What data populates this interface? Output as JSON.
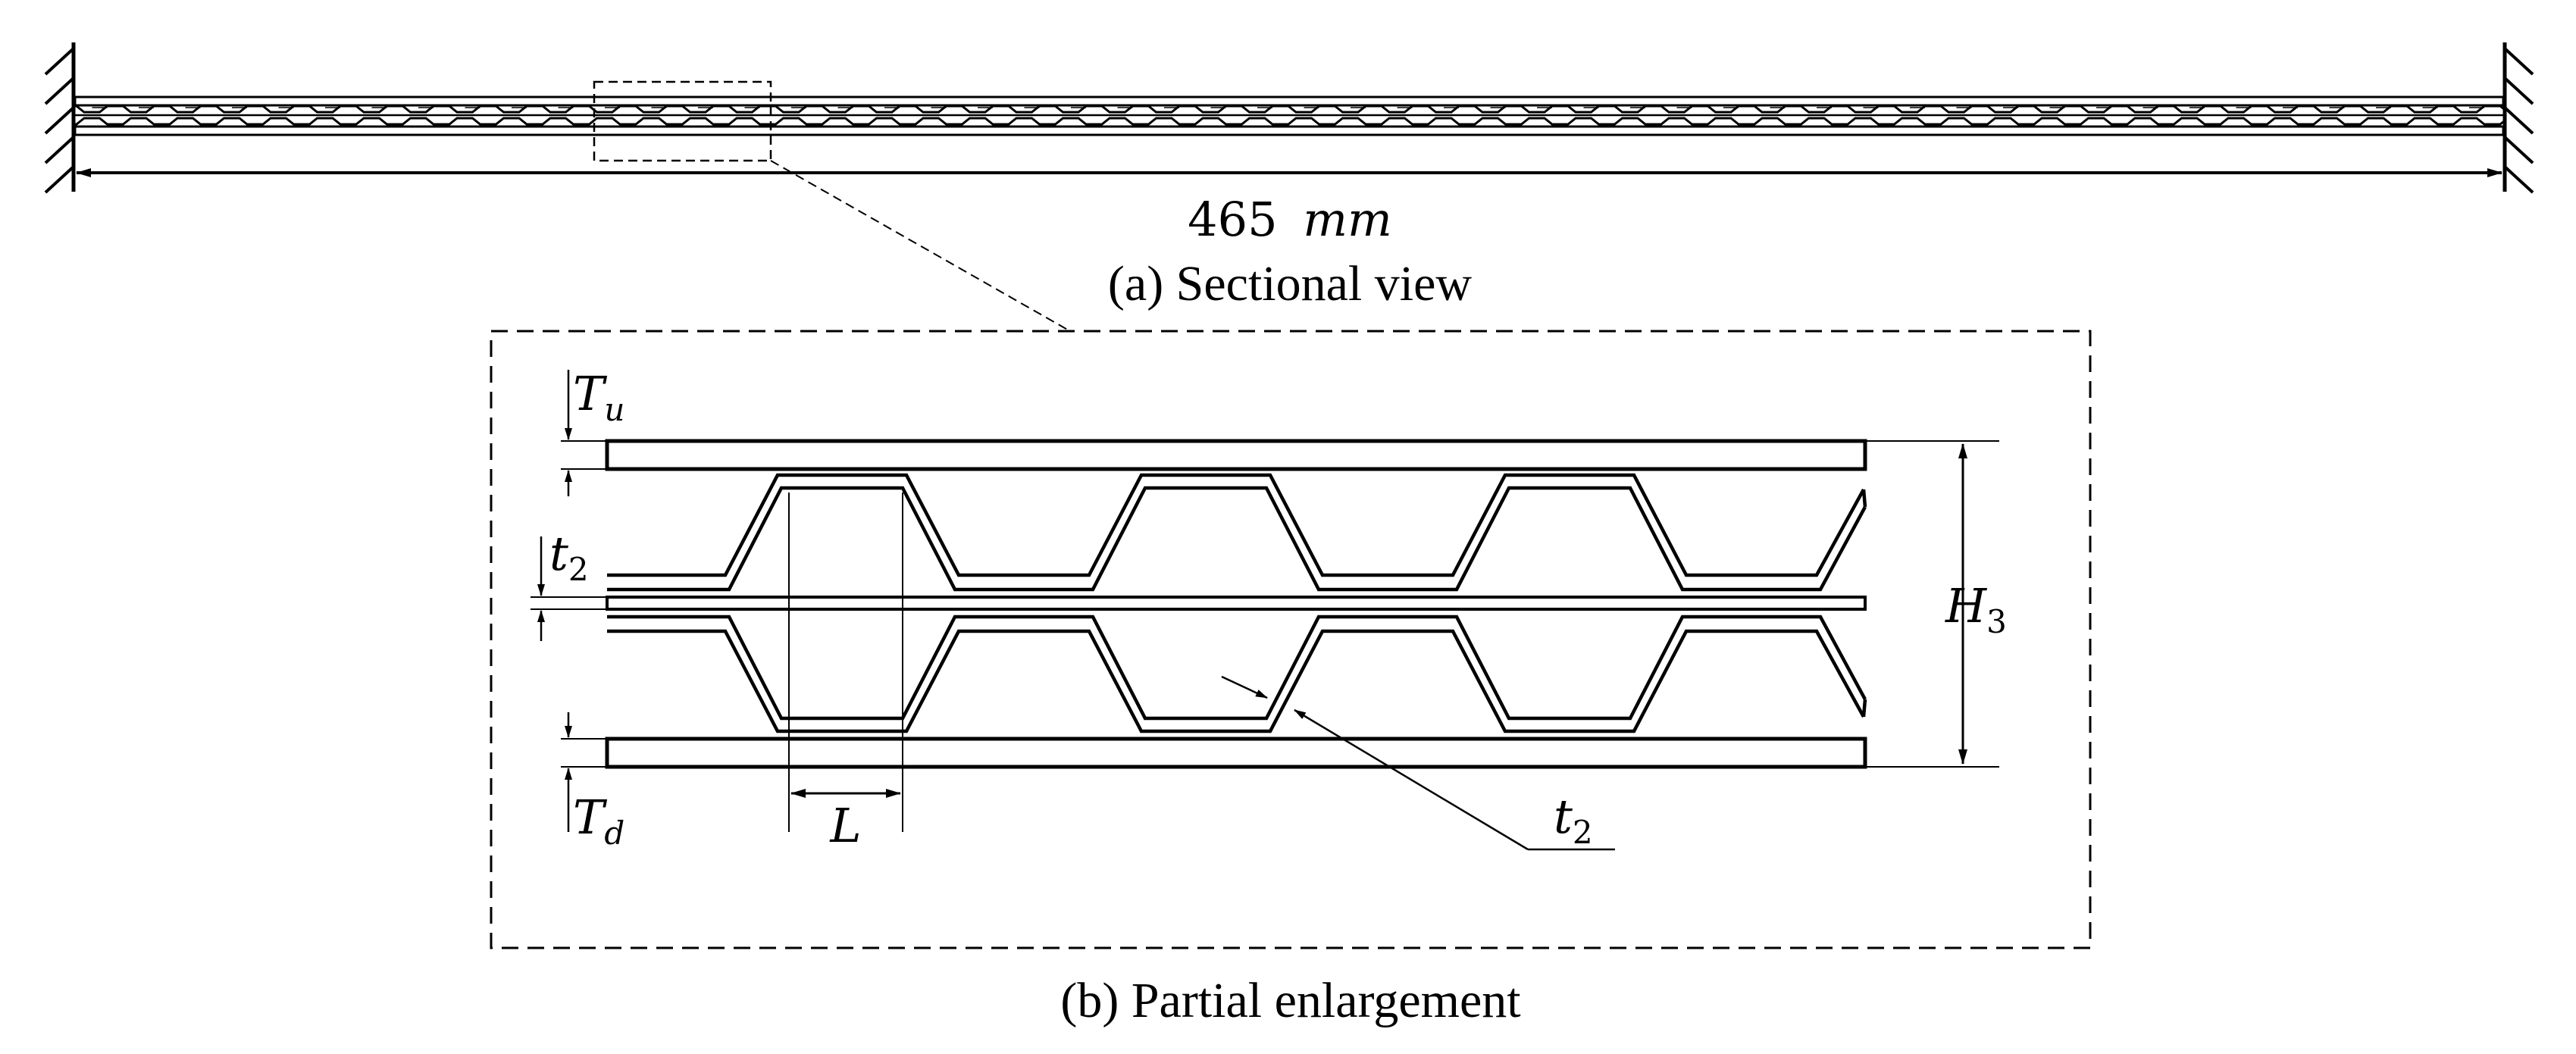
{
  "sectional_view": {
    "span_value": "465",
    "span_unit": "mm",
    "caption": "(a) Sectional view"
  },
  "partial_enlargement": {
    "caption": "(b) Partial enlargement",
    "labels": {
      "upper_face_thickness": {
        "base": "T",
        "sub": "u"
      },
      "lower_face_thickness": {
        "base": "T",
        "sub": "d"
      },
      "middle_sheet_thickness": {
        "base": "t",
        "sub": "2"
      },
      "core_wall_thickness": {
        "base": "t",
        "sub": "2"
      },
      "total_height": {
        "base": "H",
        "sub": "3"
      },
      "flat_length": {
        "base": "L"
      }
    }
  }
}
